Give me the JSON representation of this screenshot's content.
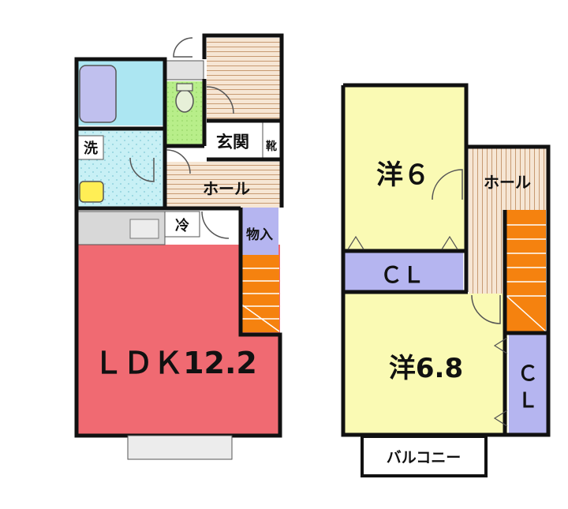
{
  "floor1": {
    "ldk": "ＬＤＫ12.2",
    "hall": "ホール",
    "genkan": "玄関",
    "shoes": "靴",
    "wash": "洗",
    "fridge": "冷",
    "storage": "物入"
  },
  "floor2": {
    "room1": "洋６",
    "room2": "洋6.8",
    "closet1": "ＣＬ",
    "closet2_line1": "Ｃ",
    "closet2_line2": "Ｌ",
    "hall": "ホール",
    "balcony": "バルコニー"
  },
  "colors": {
    "ldk": "#f06a72",
    "yellow_room": "#fafab4",
    "closet": "#b5b5f0",
    "stairs": "#f5820f",
    "wood_floor": "#f5e1cb",
    "toilet": "#b8ee8a",
    "bath": "#ace6f2",
    "wash_room": "#c8f0f5",
    "wall": "#111111",
    "counter": "#d8d8d8"
  }
}
